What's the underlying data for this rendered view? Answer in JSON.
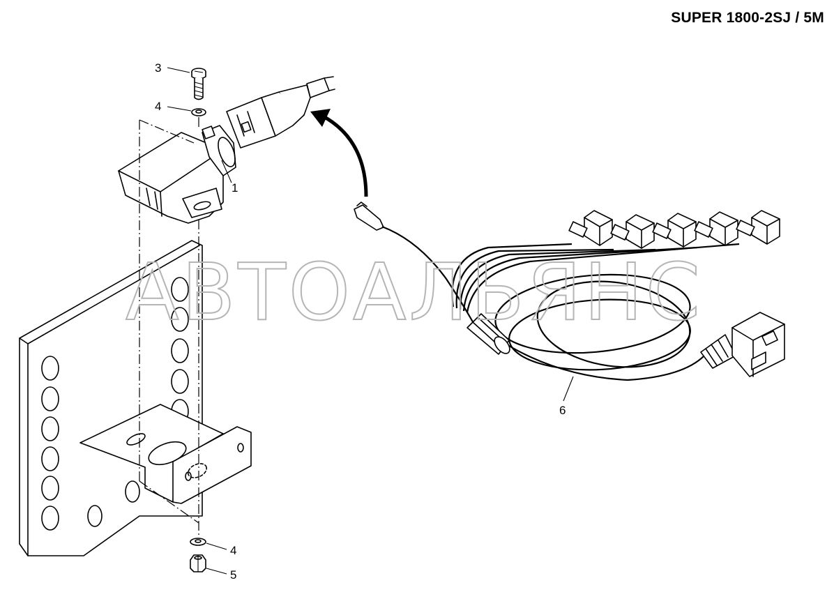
{
  "header": {
    "model_code": "SUPER 1800-2SJ / 5M"
  },
  "watermark": {
    "text": "АВТОАЛЬЯНС",
    "color": "#b5b5b5"
  },
  "callouts": [
    {
      "id": "3",
      "label": "3"
    },
    {
      "id": "4-top",
      "label": "4"
    },
    {
      "id": "1",
      "label": "1"
    },
    {
      "id": "6",
      "label": "6"
    },
    {
      "id": "4-bottom",
      "label": "4"
    },
    {
      "id": "5",
      "label": "5"
    }
  ]
}
